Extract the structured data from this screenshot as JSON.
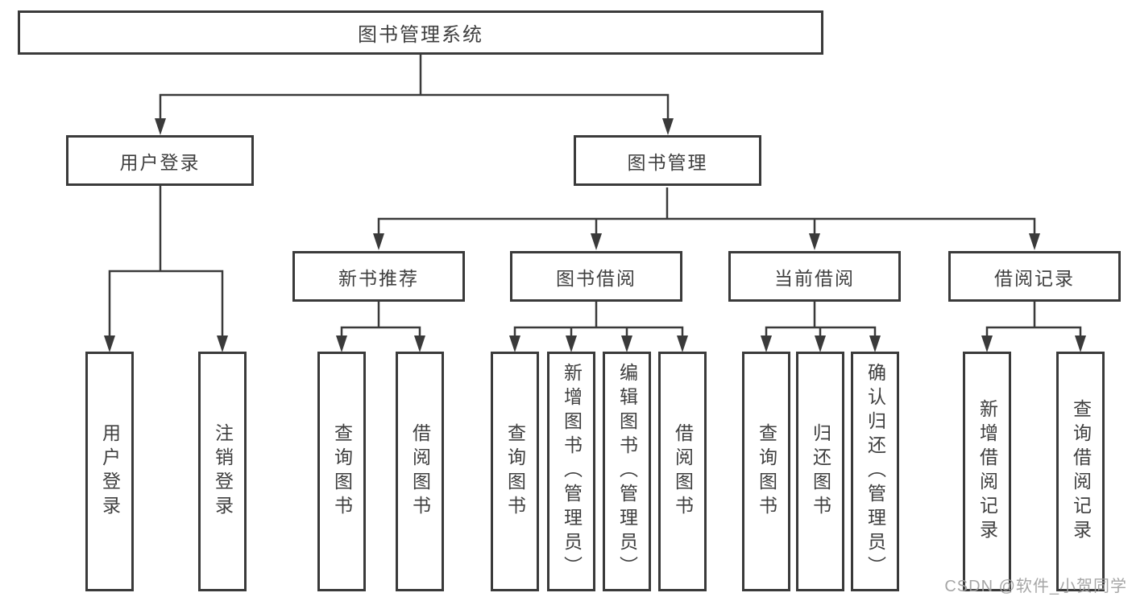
{
  "diagram": {
    "type": "function-structure-tree",
    "root": {
      "label": "图书管理系统"
    },
    "branches": [
      {
        "label": "用户登录",
        "children": [
          {
            "label": "用户登录"
          },
          {
            "label": "注销登录"
          }
        ]
      },
      {
        "label": "图书管理",
        "children": [
          {
            "label": "新书推荐",
            "children": [
              {
                "label": "查询图书"
              },
              {
                "label": "借阅图书"
              }
            ]
          },
          {
            "label": "图书借阅",
            "children": [
              {
                "label": "查询图书"
              },
              {
                "label": "新增图书（管理员）"
              },
              {
                "label": "编辑图书（管理员）"
              },
              {
                "label": "借阅图书"
              }
            ]
          },
          {
            "label": "当前借阅",
            "children": [
              {
                "label": "查询图书"
              },
              {
                "label": "归还图书"
              },
              {
                "label": "确认归还（管理员）"
              }
            ]
          },
          {
            "label": "借阅记录",
            "children": [
              {
                "label": "新增借阅记录"
              },
              {
                "label": "查询借阅记录"
              }
            ]
          }
        ]
      }
    ],
    "colors": {
      "line": "#3a3a3a",
      "text": "#3f3f3f",
      "background": "#ffffff",
      "watermark": "#9e9e9e"
    }
  },
  "watermark": {
    "text": "CSDN @软件_小贺同学"
  }
}
